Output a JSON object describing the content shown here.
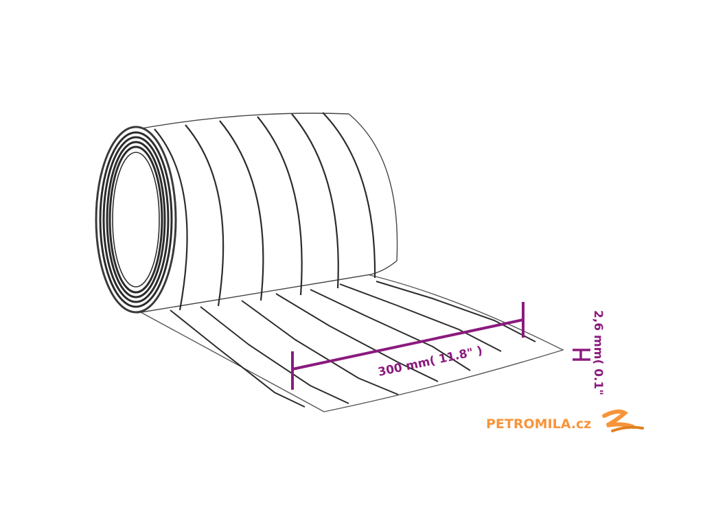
{
  "dimensions": {
    "width_label": "300 mm( 11.8\"  )",
    "thickness_label": "2,6 mm( 0.1\""
  },
  "brand": {
    "name": "PETROMILA.cz",
    "logo_icon": "wave-logo-icon"
  },
  "colors": {
    "dimension": "#8b1a7e",
    "brand": "#f7943a",
    "outline": "#2b2b2b"
  }
}
